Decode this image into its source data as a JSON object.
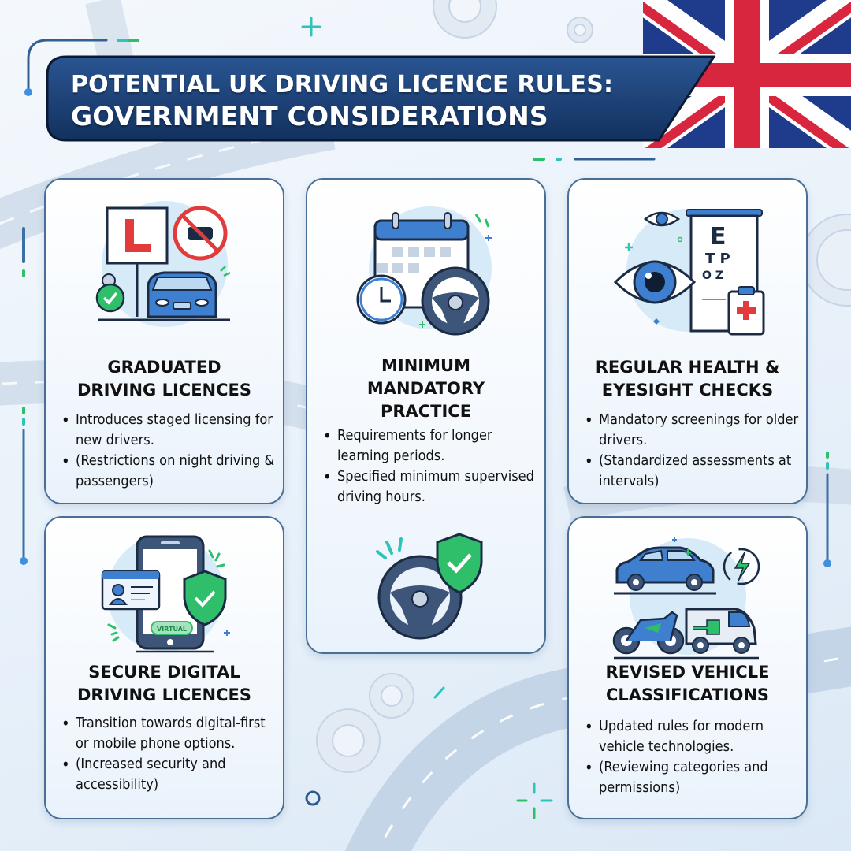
{
  "header": {
    "title_line1": "POTENTIAL UK DRIVING LICENCE RULES:",
    "title_line2": "GOVERNMENT CONSIDERATIONS",
    "flag": "union-jack-flag"
  },
  "colors": {
    "banner_navy": "#1c3d6e",
    "card_border": "#4a6f97",
    "accent_green": "#2fbf6b",
    "accent_teal": "#2ec4b6",
    "flag_red": "#d7263d",
    "flag_blue": "#1f3b8c",
    "icon_blue": "#3f7fd0"
  },
  "cards": [
    {
      "id": "graduated",
      "icon": "learner-plate-car-icon",
      "title_line1": "GRADUATED",
      "title_line2": "DRIVING LICENCES",
      "bullets": [
        "Introduces staged licensing for new drivers.",
        "(Restrictions on night driving & passengers)"
      ]
    },
    {
      "id": "minimum-practice",
      "icon": "calendar-clock-steering-wheel-icon",
      "title_line1": "MINIMUM",
      "title_line2": "MANDATORY",
      "title_line3": "PRACTICE",
      "bullets": [
        "Requirements for longer learning periods.",
        "Specified minimum supervised driving hours."
      ],
      "secondary_icon": "steering-wheel-shield-icon"
    },
    {
      "id": "health-checks",
      "icon": "eye-chart-clipboard-icon",
      "title_line1": "REGULAR HEALTH &",
      "title_line2": "EYESIGHT CHECKS",
      "bullets": [
        "Mandatory screenings for older drivers.",
        "(Standardized assessments at intervals)"
      ]
    },
    {
      "id": "digital-licences",
      "icon": "phone-id-shield-icon",
      "badge": "VIRTUAL",
      "title_line1": "SECURE DIGITAL",
      "title_line2": "DRIVING LICENCES",
      "bullets": [
        "Transition towards digital-first or mobile phone options.",
        "(Increased security and accessibility)"
      ]
    },
    {
      "id": "vehicle-classifications",
      "icon": "car-motorbike-ev-van-icon",
      "title_line1": "REVISED VEHICLE",
      "title_line2": "CLASSIFICATIONS",
      "bullets": [
        "Updated rules for modern vehicle technologies.",
        "(Reviewing categories and permissions)"
      ]
    }
  ]
}
